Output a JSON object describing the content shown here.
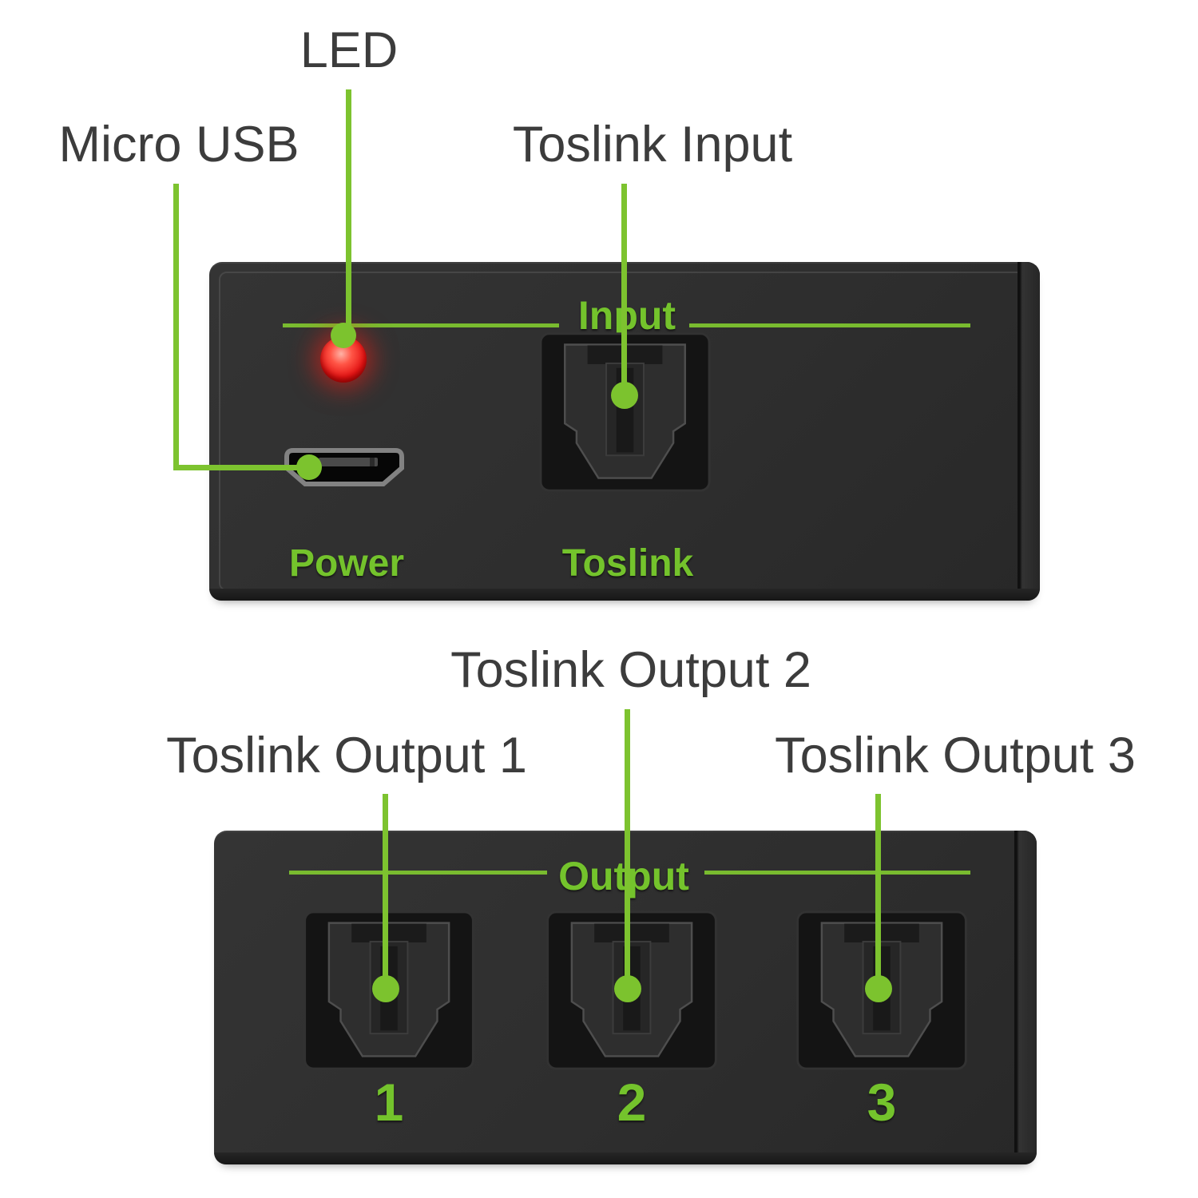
{
  "colors": {
    "accent_green": "#7dc32f",
    "device_print_green": "#74c32c",
    "led_red": "#e51414",
    "label_text": "#3c3c3c",
    "device_body": "#2e2e2e",
    "background": "#ffffff"
  },
  "top_view": {
    "section_label": "Input",
    "jack_labels": {
      "power": "Power",
      "toslink": "Toslink"
    },
    "callouts": {
      "led": "LED",
      "micro_usb": "Micro USB",
      "toslink_input": "Toslink Input"
    }
  },
  "bottom_view": {
    "section_label": "Output",
    "callouts": {
      "output1": "Toslink Output 1",
      "output2": "Toslink Output 2",
      "output3": "Toslink Output 3"
    },
    "port_numbers": [
      "1",
      "2",
      "3"
    ]
  }
}
